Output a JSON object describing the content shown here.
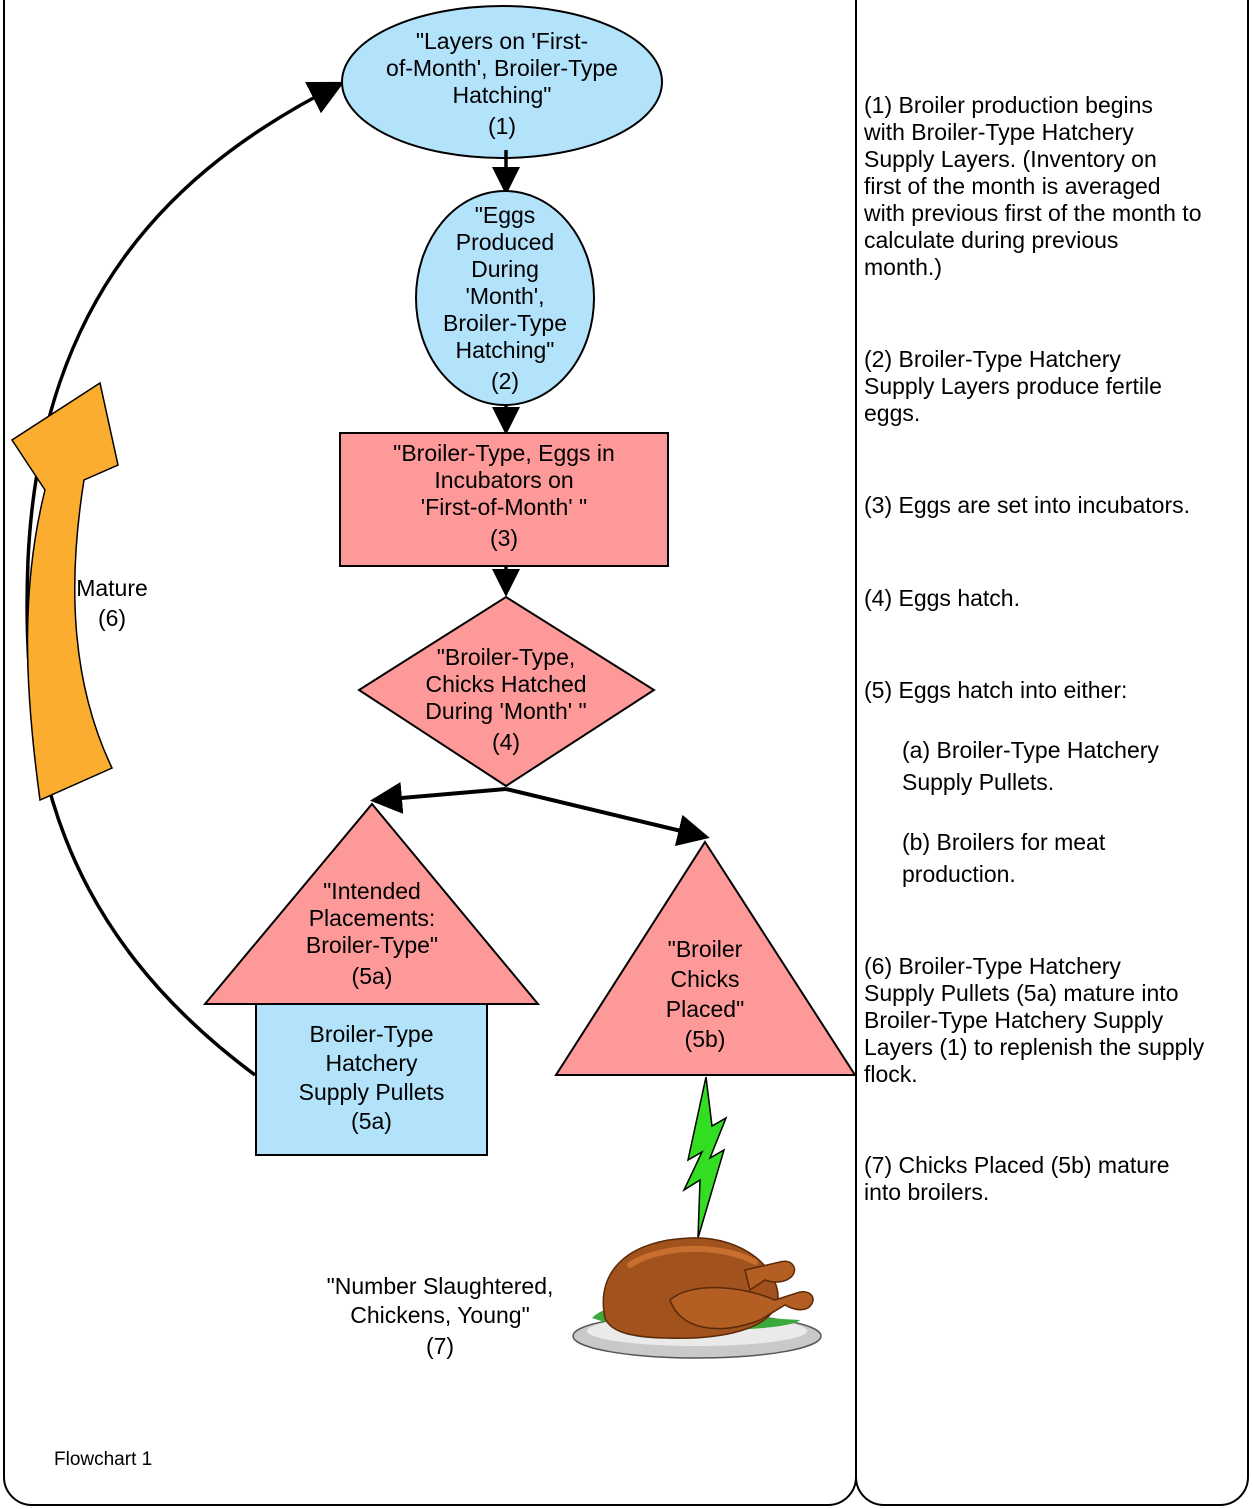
{
  "diagram_label": "Flowchart 1",
  "colors": {
    "blue_fill": "#b3e2fb",
    "pink_fill": "#fd9998",
    "orange_arrow": "#fbad30",
    "lightning": "#33dd22",
    "stroke": "#000000"
  },
  "nodes": {
    "n1": {
      "lines": [
        "\"Layers on 'First-",
        "of-Month', Broiler-Type",
        "Hatching\"",
        "(1)"
      ]
    },
    "n2": {
      "lines": [
        "\"Eggs",
        "Produced",
        "During",
        "'Month',",
        "Broiler-Type",
        "Hatching\"",
        "(2)"
      ]
    },
    "n3": {
      "lines": [
        "\"Broiler-Type, Eggs in",
        "Incubators on",
        "'First-of-Month' \"",
        "(3)"
      ]
    },
    "n4": {
      "lines": [
        "\"Broiler-Type,",
        "Chicks Hatched",
        "During 'Month' \"",
        "(4)"
      ]
    },
    "n5a": {
      "lines": [
        "\"Intended",
        "Placements:",
        "Broiler-Type\"",
        "(5a)"
      ]
    },
    "n5a_box": {
      "lines": [
        "Broiler-Type",
        "Hatchery",
        "Supply Pullets",
        "(5a)"
      ]
    },
    "n5b": {
      "lines": [
        "\"Broiler",
        "Chicks",
        "Placed\"",
        "(5b)"
      ]
    },
    "n7": {
      "lines": [
        "\"Number Slaughtered,",
        "Chickens, Young\"",
        "(7)"
      ]
    },
    "mature": {
      "lines": [
        "Mature",
        "(6)"
      ]
    }
  },
  "notes": [
    {
      "lines": [
        "(1)  Broiler production begins",
        "with Broiler-Type Hatchery",
        "Supply Layers.  (Inventory on",
        "first of the month is averaged",
        "with previous first of the month to",
        "calculate during previous",
        "month.)"
      ]
    },
    {
      "lines": [
        "(2)  Broiler-Type Hatchery",
        "Supply Layers produce fertile",
        "eggs."
      ]
    },
    {
      "lines": [
        "(3)  Eggs are set into incubators."
      ]
    },
    {
      "lines": [
        "(4)  Eggs hatch."
      ]
    },
    {
      "lines": [
        "(5)  Eggs hatch into either:"
      ]
    },
    {
      "lines": [
        "(a)  Broiler-Type Hatchery",
        "Supply Pullets."
      ]
    },
    {
      "lines": [
        "(b)  Broilers for meat",
        "production."
      ]
    },
    {
      "lines": [
        "(6)  Broiler-Type Hatchery",
        "Supply Pullets (5a) mature into",
        "Broiler-Type Hatchery Supply",
        "Layers (1) to replenish the supply",
        "flock."
      ]
    },
    {
      "lines": [
        "(7)  Chicks Placed (5b) mature",
        "into broilers."
      ]
    }
  ]
}
